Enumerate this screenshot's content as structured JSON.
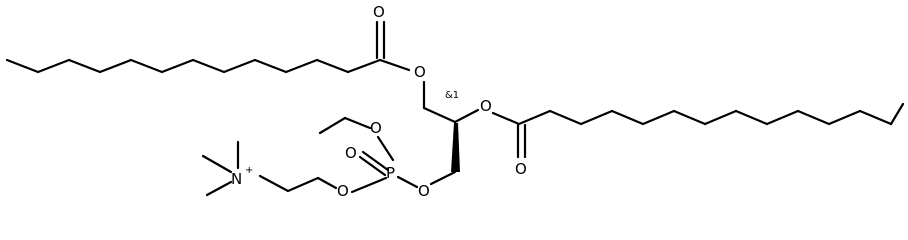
{
  "atoms": {
    "o_carbonyl_top": "O",
    "o_ester_top": "O",
    "o_ester_mid": "O",
    "o_carbonyl_mid": "O",
    "o_ethoxy": "O",
    "o_phosphoryl": "O",
    "p_center": "P",
    "o_phosphate_left": "O",
    "o_phosphate_right": "O",
    "n_center": "N",
    "n_charge": "+"
  },
  "stereo": {
    "label": "&1"
  }
}
